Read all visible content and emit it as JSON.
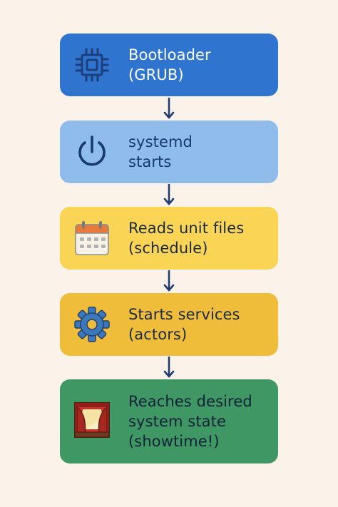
{
  "steps": [
    {
      "lines": [
        "Bootloader",
        "(GRUB)"
      ],
      "icon": "cpu-chip-icon",
      "color": "#2f74cf"
    },
    {
      "lines": [
        "systemd",
        "starts"
      ],
      "icon": "power-icon",
      "color": "#8fbcea"
    },
    {
      "lines": [
        "Reads unit files",
        "(schedule)"
      ],
      "icon": "calendar-icon",
      "color": "#fad555"
    },
    {
      "lines": [
        "Starts services",
        "(actors)"
      ],
      "icon": "gear-icon",
      "color": "#efbd3a"
    },
    {
      "lines": [
        "Reaches desired",
        "system state",
        "(showtime!)"
      ],
      "icon": "theater-stage-icon",
      "color": "#3f9763"
    }
  ],
  "arrow_color": "#1f3d73"
}
